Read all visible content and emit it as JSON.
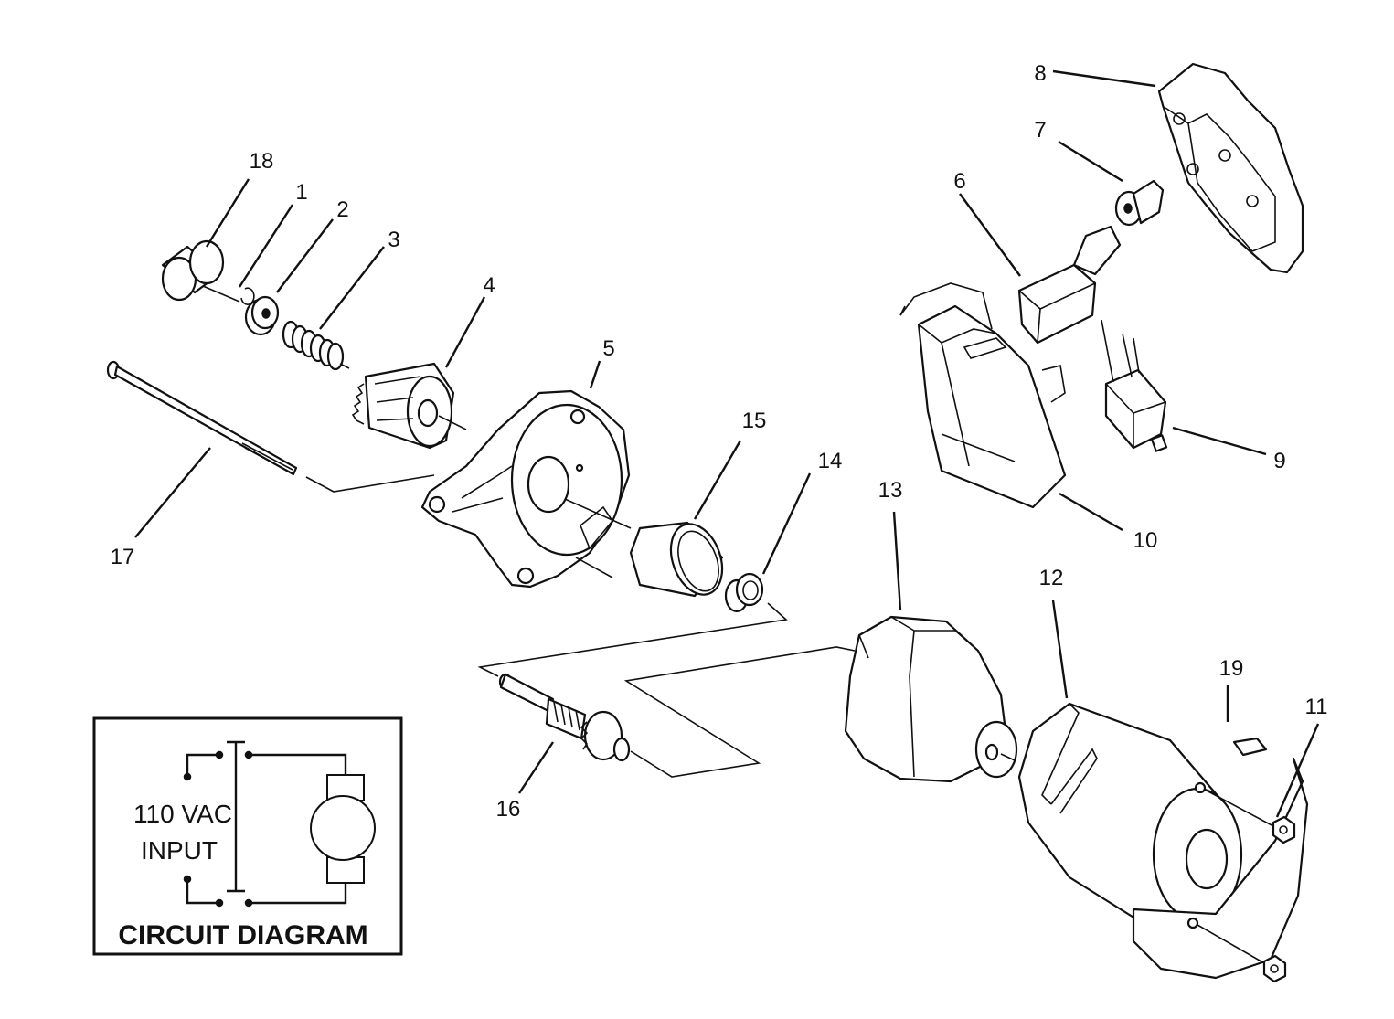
{
  "callouts": [
    {
      "id": "18",
      "label": "18"
    },
    {
      "id": "1",
      "label": "1"
    },
    {
      "id": "2",
      "label": "2"
    },
    {
      "id": "3",
      "label": "3"
    },
    {
      "id": "4",
      "label": "4"
    },
    {
      "id": "5",
      "label": "5"
    },
    {
      "id": "6",
      "label": "6"
    },
    {
      "id": "7",
      "label": "7"
    },
    {
      "id": "8",
      "label": "8"
    },
    {
      "id": "9",
      "label": "9"
    },
    {
      "id": "10",
      "label": "10"
    },
    {
      "id": "11",
      "label": "11"
    },
    {
      "id": "12",
      "label": "12"
    },
    {
      "id": "13",
      "label": "13"
    },
    {
      "id": "14",
      "label": "14"
    },
    {
      "id": "15",
      "label": "15"
    },
    {
      "id": "16",
      "label": "16"
    },
    {
      "id": "17",
      "label": "17"
    },
    {
      "id": "19",
      "label": "19"
    }
  ],
  "circuit_diagram": {
    "title": "CIRCUIT DIAGRAM",
    "input_line1": "110 VAC",
    "input_line2": "INPUT"
  }
}
